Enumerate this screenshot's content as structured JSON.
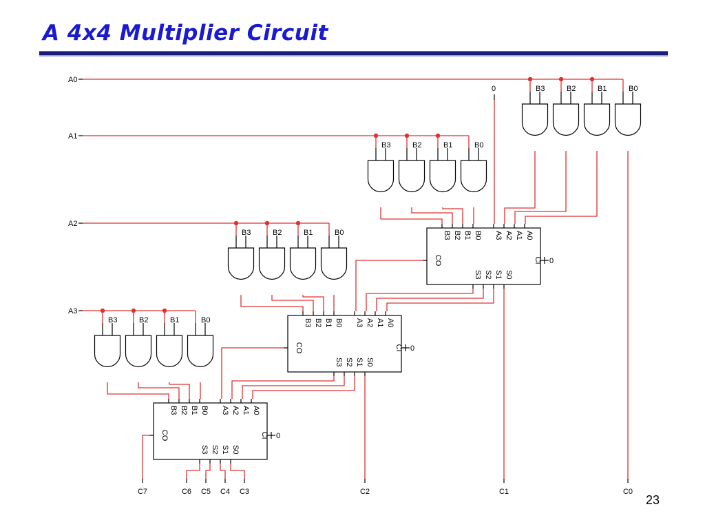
{
  "slide": {
    "title": "A 4x4 Multiplier Circuit",
    "page_number": "23"
  },
  "colors": {
    "wire": "#e03030",
    "outline": "#000000",
    "title": "#1a1ad0",
    "rule": "#1c1c7a"
  },
  "inputs": [
    "A0",
    "A1",
    "A2",
    "A3"
  ],
  "gate_input_labels": [
    "B3",
    "B2",
    "B1",
    "B0"
  ],
  "zero_constant": "0",
  "adder_ports": {
    "b_inputs": [
      "B3",
      "B2",
      "B1",
      "B0"
    ],
    "a_inputs": [
      "A3",
      "A2",
      "A1",
      "A0"
    ],
    "sums": [
      "S3",
      "S2",
      "S1",
      "S0"
    ],
    "carry_out": "CO",
    "carry_in": "CI",
    "carry_in_value": "0"
  },
  "outputs": [
    "C7",
    "C6",
    "C5",
    "C4",
    "C3",
    "C2",
    "C1",
    "C0"
  ]
}
